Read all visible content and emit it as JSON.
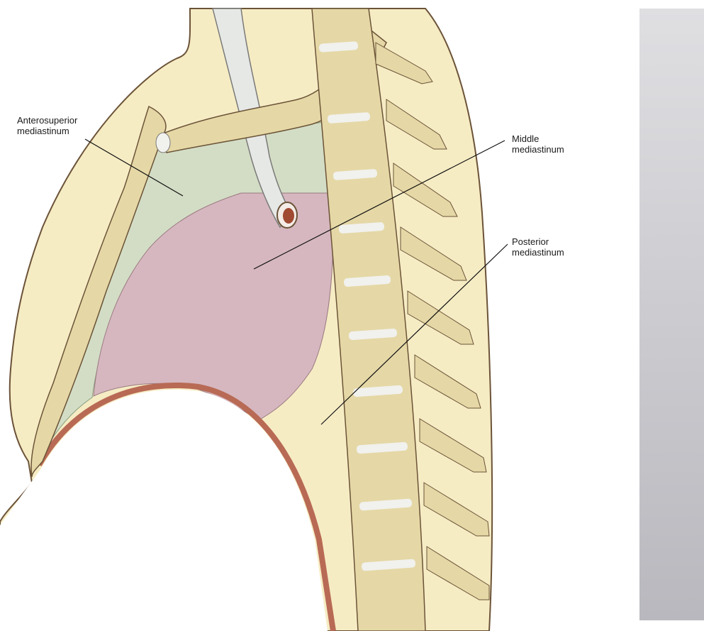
{
  "labels": {
    "anterosuperior": {
      "line1": "Anterosuperior",
      "line2": "mediastinum"
    },
    "middle": {
      "line1": "Middle",
      "line2": "mediastinum"
    },
    "posterior": {
      "line1": "Posterior",
      "line2": "mediastinum"
    }
  },
  "colors": {
    "anterosuperior_region": "#d3ddc5",
    "middle_region": "#d6b7bf",
    "posterior_region": "#f6ecc4",
    "bone": "#e5d8a6",
    "diaphragm": "#b86a55",
    "cartilage": "#f1f1ee",
    "outline": "#6b5338",
    "side_panel_top": "#dfdfe2",
    "side_panel_bottom": "#b8b8be"
  }
}
